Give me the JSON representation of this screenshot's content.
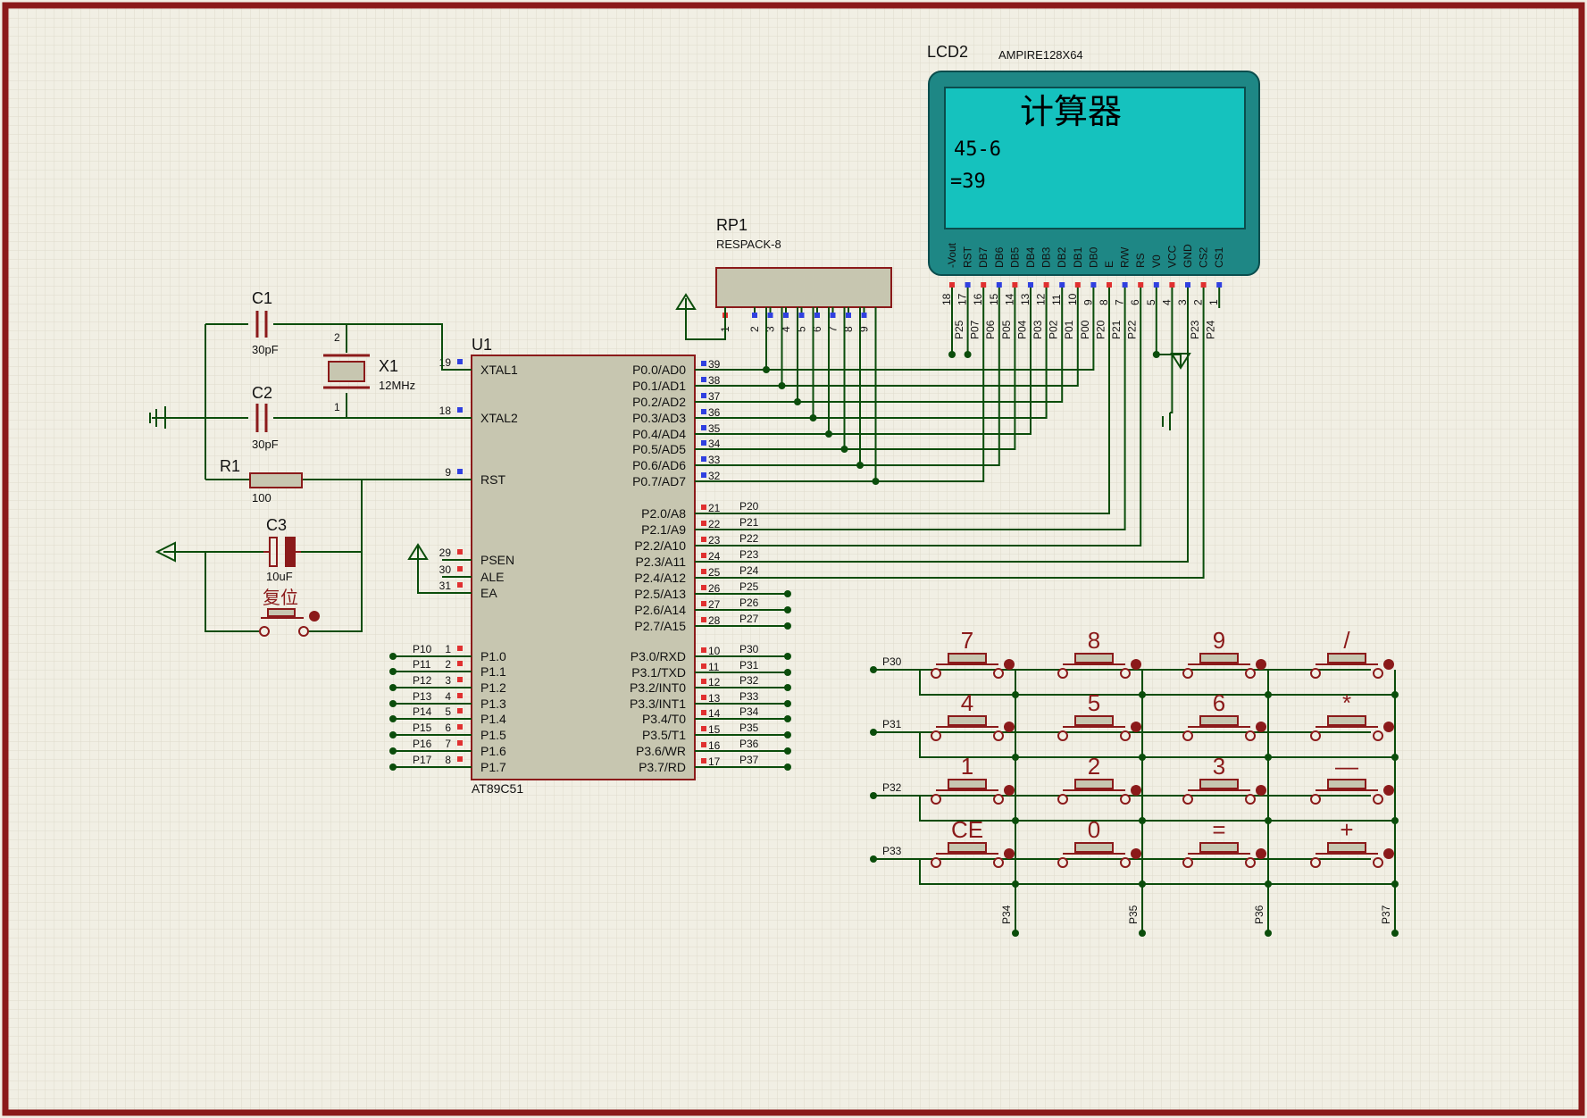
{
  "colors": {
    "background": "#f1efe4",
    "grid": "#dedbcc",
    "frame": "#8b1a1a",
    "wire": "#0b4d0b",
    "component": "#8b1a1a",
    "chip_body": "#c7c6b0",
    "lcd_frame": "#1e8785",
    "lcd_screen": "#15c2be",
    "pin_red": "#e03030",
    "pin_blue": "#3040e0"
  },
  "mcu": {
    "ref": "U1",
    "part": "AT89C51",
    "left_pins": [
      {
        "num": "19",
        "name": "XTAL1"
      },
      {
        "num": "18",
        "name": "XTAL2"
      },
      {
        "num": "9",
        "name": "RST"
      },
      {
        "num": "29",
        "name": "PSEN"
      },
      {
        "num": "30",
        "name": "ALE"
      },
      {
        "num": "31",
        "name": "EA"
      },
      {
        "num": "1",
        "name": "P1.0",
        "net": "P10"
      },
      {
        "num": "2",
        "name": "P1.1",
        "net": "P11"
      },
      {
        "num": "3",
        "name": "P1.2",
        "net": "P12"
      },
      {
        "num": "4",
        "name": "P1.3",
        "net": "P13"
      },
      {
        "num": "5",
        "name": "P1.4",
        "net": "P14"
      },
      {
        "num": "6",
        "name": "P1.5",
        "net": "P15"
      },
      {
        "num": "7",
        "name": "P1.6",
        "net": "P16"
      },
      {
        "num": "8",
        "name": "P1.7",
        "net": "P17"
      }
    ],
    "right_pins": [
      {
        "num": "39",
        "name": "P0.0/AD0",
        "net": ""
      },
      {
        "num": "38",
        "name": "P0.1/AD1",
        "net": ""
      },
      {
        "num": "37",
        "name": "P0.2/AD2",
        "net": ""
      },
      {
        "num": "36",
        "name": "P0.3/AD3",
        "net": ""
      },
      {
        "num": "35",
        "name": "P0.4/AD4",
        "net": ""
      },
      {
        "num": "34",
        "name": "P0.5/AD5",
        "net": ""
      },
      {
        "num": "33",
        "name": "P0.6/AD6",
        "net": ""
      },
      {
        "num": "32",
        "name": "P0.7/AD7",
        "net": ""
      },
      {
        "num": "21",
        "name": "P2.0/A8",
        "net": "P20"
      },
      {
        "num": "22",
        "name": "P2.1/A9",
        "net": "P21"
      },
      {
        "num": "23",
        "name": "P2.2/A10",
        "net": "P22"
      },
      {
        "num": "24",
        "name": "P2.3/A11",
        "net": "P23"
      },
      {
        "num": "25",
        "name": "P2.4/A12",
        "net": "P24"
      },
      {
        "num": "26",
        "name": "P2.5/A13",
        "net": "P25"
      },
      {
        "num": "27",
        "name": "P2.6/A14",
        "net": "P26"
      },
      {
        "num": "28",
        "name": "P2.7/A15",
        "net": "P27"
      },
      {
        "num": "10",
        "name": "P3.0/RXD",
        "net": "P30"
      },
      {
        "num": "11",
        "name": "P3.1/TXD",
        "net": "P31"
      },
      {
        "num": "12",
        "name": "P3.2/INT0",
        "net": "P32"
      },
      {
        "num": "13",
        "name": "P3.3/INT1",
        "net": "P33"
      },
      {
        "num": "14",
        "name": "P3.4/T0",
        "net": "P34"
      },
      {
        "num": "15",
        "name": "P3.5/T1",
        "net": "P35"
      },
      {
        "num": "16",
        "name": "P3.6/WR",
        "net": "P36"
      },
      {
        "num": "17",
        "name": "P3.7/RD",
        "net": "P37"
      }
    ]
  },
  "lcd": {
    "ref": "LCD2",
    "part": "AMPIRE128X64",
    "screen_title": "计算器",
    "screen_line1": "45-6",
    "screen_line2": "=39",
    "pins": [
      {
        "name": "-Vout",
        "num": "18",
        "net": "P25"
      },
      {
        "name": "RST",
        "num": "17",
        "net": "P07"
      },
      {
        "name": "DB7",
        "num": "16",
        "net": "P06"
      },
      {
        "name": "DB6",
        "num": "15",
        "net": "P05"
      },
      {
        "name": "DB5",
        "num": "14",
        "net": "P04"
      },
      {
        "name": "DB4",
        "num": "13",
        "net": "P03"
      },
      {
        "name": "DB3",
        "num": "12",
        "net": "P02"
      },
      {
        "name": "DB2",
        "num": "11",
        "net": "P01"
      },
      {
        "name": "DB1",
        "num": "10",
        "net": "P00"
      },
      {
        "name": "DB0",
        "num": "9",
        "net": "P20"
      },
      {
        "name": "E",
        "num": "8",
        "net": "P21"
      },
      {
        "name": "R/W",
        "num": "7",
        "net": "P22"
      },
      {
        "name": "RS",
        "num": "6",
        "net": ""
      },
      {
        "name": "V0",
        "num": "5",
        "net": ""
      },
      {
        "name": "VCC",
        "num": "4",
        "net": ""
      },
      {
        "name": "GND",
        "num": "3",
        "net": "P23"
      },
      {
        "name": "CS2",
        "num": "2",
        "net": "P24"
      },
      {
        "name": "CS1",
        "num": "1",
        "net": ""
      }
    ]
  },
  "rpack": {
    "ref": "RP1",
    "part": "RESPACK-8",
    "pins": [
      "1",
      "2",
      "3",
      "4",
      "5",
      "6",
      "7",
      "8",
      "9"
    ]
  },
  "crystal": {
    "ref": "X1",
    "value": "12MHz",
    "pin_top": "2",
    "pin_bottom": "1"
  },
  "c1": {
    "ref": "C1",
    "value": "30pF"
  },
  "c2": {
    "ref": "C2",
    "value": "30pF"
  },
  "c3": {
    "ref": "C3",
    "value": "10uF"
  },
  "r1": {
    "ref": "R1",
    "value": "100"
  },
  "reset_button": {
    "label": "复位"
  },
  "keypad": {
    "rows": [
      "P30",
      "P31",
      "P32",
      "P33"
    ],
    "cols": [
      "P34",
      "P35",
      "P36",
      "P37"
    ],
    "keys": [
      [
        "7",
        "8",
        "9",
        "/"
      ],
      [
        "4",
        "5",
        "6",
        "*"
      ],
      [
        "1",
        "2",
        "3",
        "—"
      ],
      [
        "CE",
        "0",
        "=",
        "+"
      ]
    ]
  }
}
